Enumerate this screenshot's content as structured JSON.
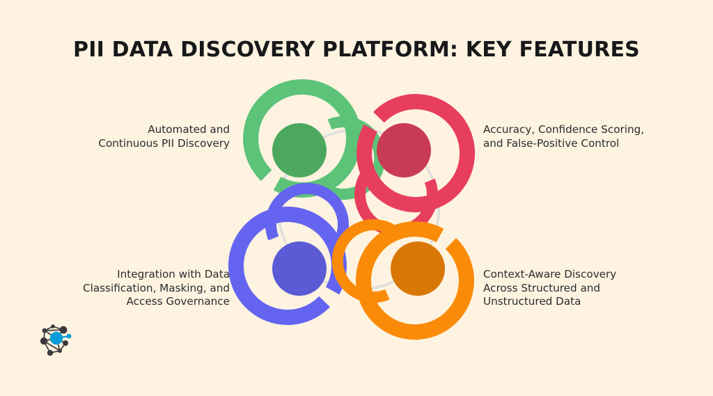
{
  "page": {
    "background_color": "#FDF3E0",
    "title": "PII DATA DISCOVERY PLATFORM: KEY FEATURES",
    "title_color": "#17181A"
  },
  "diagram": {
    "type": "four-node-circular-feature-diagram",
    "connector_ring_color": "#E2E0DC",
    "nodes": [
      {
        "id": "automated-continuous-discovery",
        "position": "top-left",
        "outer_ring_color": "#5CC378",
        "inner_ring_color": "#5CC378",
        "core_color": "#4CA85E",
        "label": "Automated and\nContinuous PII Discovery"
      },
      {
        "id": "accuracy-confidence-scoring",
        "position": "top-right",
        "outer_ring_color": "#E83E5E",
        "inner_ring_color": "#E83E5E",
        "core_color": "#C93A54",
        "label": "Accuracy, Confidence Scoring,\nand False-Positive Control"
      },
      {
        "id": "integration-classification-masking",
        "position": "bottom-left",
        "outer_ring_color": "#6464F0",
        "inner_ring_color": "#6464F0",
        "core_color": "#5B5BD6",
        "label": "Integration with Data\nClassification, Masking, and\nAccess Governance"
      },
      {
        "id": "context-aware-discovery",
        "position": "bottom-right",
        "outer_ring_color": "#FA8B08",
        "inner_ring_color": "#FA8B08",
        "core_color": "#D97706",
        "label": "Context-Aware Discovery\nAcross Structured and\nUnstructured Data"
      }
    ]
  },
  "logo": {
    "name": "network-graph-logo",
    "node_color": "#3A3A3C",
    "accent_color": "#0A9CD8"
  }
}
